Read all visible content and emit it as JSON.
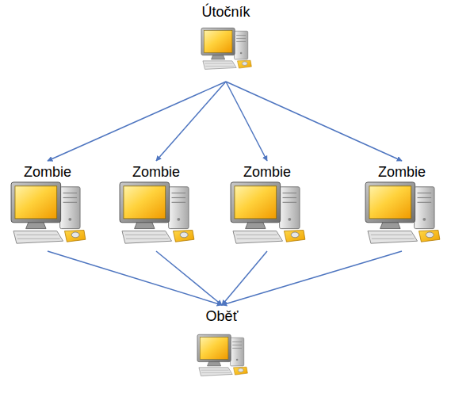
{
  "diagram": {
    "nodes": [
      {
        "text": [
          "Útočník"
        ]
      },
      {
        "text": [
          "Zombie"
        ]
      },
      {
        "text": [
          "Zombie"
        ]
      },
      {
        "text": [
          "Zombie"
        ]
      },
      {
        "text": [
          "Zombie"
        ]
      },
      {
        "text": [
          "Oběť"
        ]
      }
    ],
    "edges": [
      {
        "from": 0,
        "to": 1,
        "arrow": "to"
      },
      {
        "from": 0,
        "to": 2,
        "arrow": "to"
      },
      {
        "from": 0,
        "to": 3,
        "arrow": "to"
      },
      {
        "from": 0,
        "to": 4,
        "arrow": "to"
      },
      {
        "from": 1,
        "to": 5,
        "arrow": "to"
      },
      {
        "from": 2,
        "to": 5,
        "arrow": "to"
      },
      {
        "from": 3,
        "to": 5,
        "arrow": "to"
      },
      {
        "from": 4,
        "to": 5,
        "arrow": "to"
      }
    ]
  }
}
